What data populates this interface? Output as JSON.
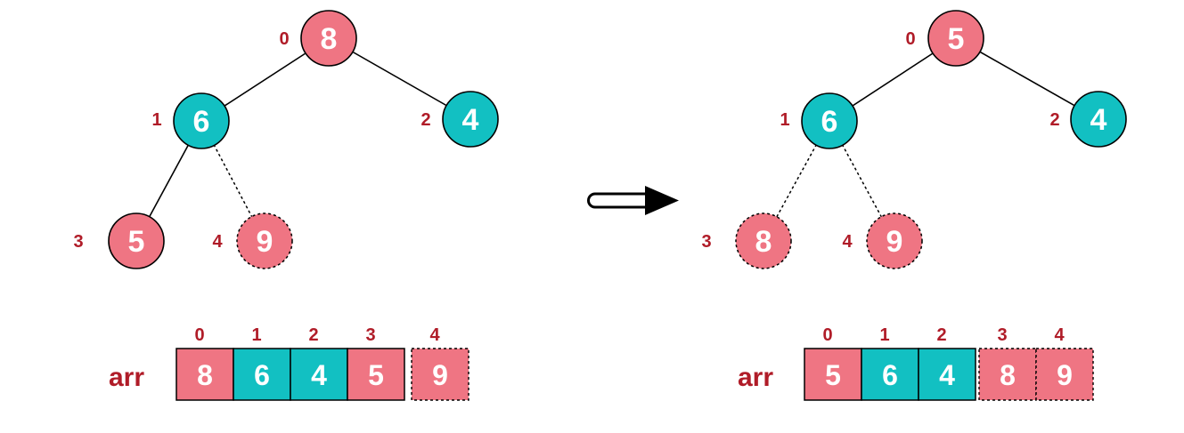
{
  "colors": {
    "pink": "#ef7583",
    "teal": "#12c0c2",
    "index_red": "#b01c28",
    "arrow": "#000000"
  },
  "arrow": {
    "icon": "right-arrow-icon"
  },
  "panels": [
    {
      "id": "before",
      "nodes": [
        {
          "index": "0",
          "value": "8",
          "color": "pink",
          "dashed": false
        },
        {
          "index": "1",
          "value": "6",
          "color": "teal",
          "dashed": false
        },
        {
          "index": "2",
          "value": "4",
          "color": "teal",
          "dashed": false
        },
        {
          "index": "3",
          "value": "5",
          "color": "pink",
          "dashed": false
        },
        {
          "index": "4",
          "value": "9",
          "color": "pink",
          "dashed": true
        }
      ],
      "edges": [
        {
          "from": 0,
          "to": 1,
          "dashed": false
        },
        {
          "from": 0,
          "to": 2,
          "dashed": false
        },
        {
          "from": 1,
          "to": 3,
          "dashed": false
        },
        {
          "from": 1,
          "to": 4,
          "dashed": true
        }
      ],
      "array": {
        "label": "arr",
        "cells": [
          {
            "index": "0",
            "value": "8",
            "color": "pink",
            "dashed": false
          },
          {
            "index": "1",
            "value": "6",
            "color": "teal",
            "dashed": false
          },
          {
            "index": "2",
            "value": "4",
            "color": "teal",
            "dashed": false
          },
          {
            "index": "3",
            "value": "5",
            "color": "pink",
            "dashed": false
          },
          {
            "index": "4",
            "value": "9",
            "color": "pink",
            "dashed": true
          }
        ]
      }
    },
    {
      "id": "after",
      "nodes": [
        {
          "index": "0",
          "value": "5",
          "color": "pink",
          "dashed": false
        },
        {
          "index": "1",
          "value": "6",
          "color": "teal",
          "dashed": false
        },
        {
          "index": "2",
          "value": "4",
          "color": "teal",
          "dashed": false
        },
        {
          "index": "3",
          "value": "8",
          "color": "pink",
          "dashed": true
        },
        {
          "index": "4",
          "value": "9",
          "color": "pink",
          "dashed": true
        }
      ],
      "edges": [
        {
          "from": 0,
          "to": 1,
          "dashed": false
        },
        {
          "from": 0,
          "to": 2,
          "dashed": false
        },
        {
          "from": 1,
          "to": 3,
          "dashed": true
        },
        {
          "from": 1,
          "to": 4,
          "dashed": true
        }
      ],
      "array": {
        "label": "arr",
        "cells": [
          {
            "index": "0",
            "value": "5",
            "color": "pink",
            "dashed": false
          },
          {
            "index": "1",
            "value": "6",
            "color": "teal",
            "dashed": false
          },
          {
            "index": "2",
            "value": "4",
            "color": "teal",
            "dashed": false
          },
          {
            "index": "3",
            "value": "8",
            "color": "pink",
            "dashed": true
          },
          {
            "index": "4",
            "value": "9",
            "color": "pink",
            "dashed": true
          }
        ]
      }
    }
  ]
}
